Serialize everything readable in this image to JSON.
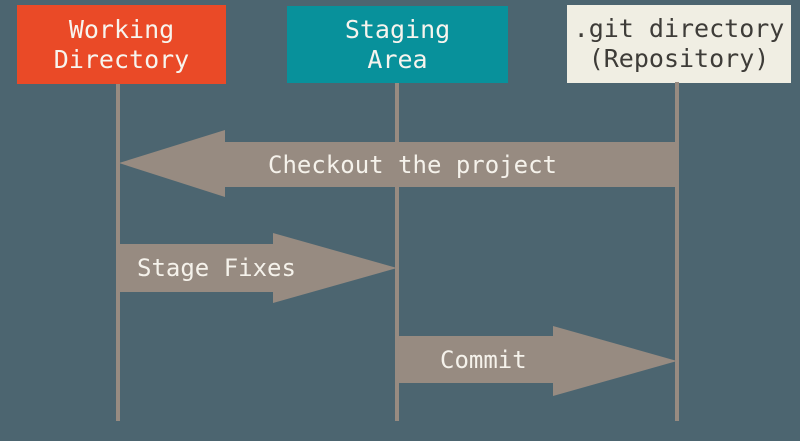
{
  "diagram": {
    "description": "Git areas sequence diagram",
    "columns": [
      {
        "id": "working-directory",
        "label_lines": [
          "Working",
          "Directory"
        ],
        "box_color": "#EA4A27",
        "text_color": "#F7F4EE"
      },
      {
        "id": "staging-area",
        "label_lines": [
          "Staging",
          "Area"
        ],
        "box_color": "#08919B",
        "text_color": "#F7F4EE"
      },
      {
        "id": "git-directory",
        "label_lines": [
          ".git directory",
          "(Repository)"
        ],
        "box_color": "#F0EEE3",
        "text_color": "#3E3C38"
      }
    ],
    "arrows": [
      {
        "label": "Checkout the project",
        "from": ".git directory (Repository)",
        "to": "Working Directory",
        "direction": "left"
      },
      {
        "label": "Stage Fixes",
        "from": "Working Directory",
        "to": "Staging Area",
        "direction": "right"
      },
      {
        "label": "Commit",
        "from": "Staging Area",
        "to": ".git directory (Repository)",
        "direction": "right"
      }
    ],
    "colors": {
      "background": "#4C6570",
      "arrow": "#978B81",
      "lifeline": "#978B81",
      "arrow_label_text": "#F5F2EB"
    }
  }
}
